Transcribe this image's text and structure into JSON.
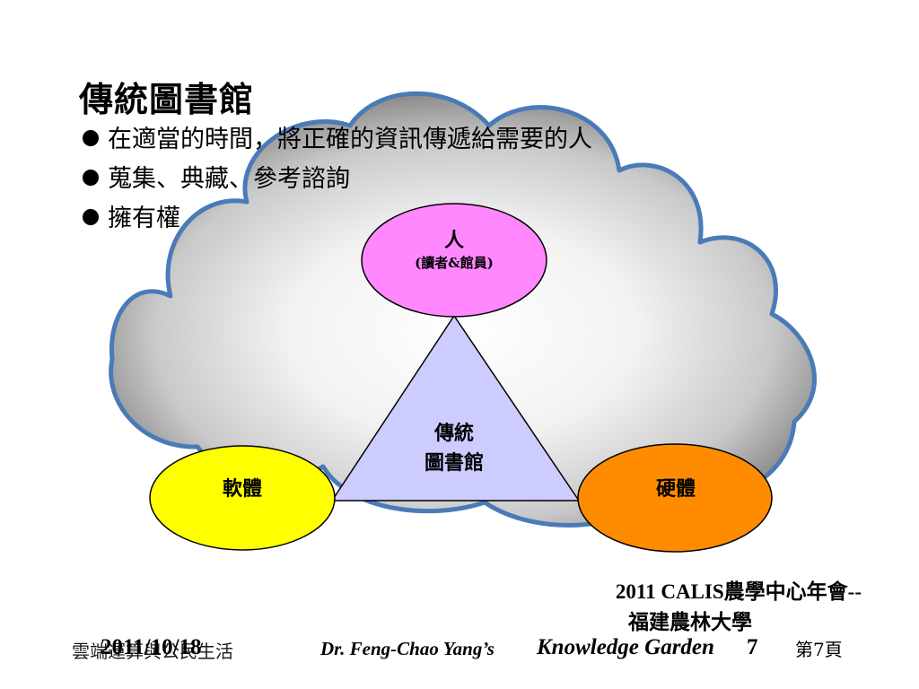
{
  "slide": {
    "title": "傳統圖書館",
    "bullets": [
      "在適當的時間，將正確的資訊傳遞給需要的人",
      "蒐集、典藏、參考諮詢",
      "擁有權"
    ]
  },
  "diagram": {
    "top_node": {
      "label": "人",
      "sublabel": "(讀者&館員)",
      "color": "#ff88ff"
    },
    "center_node": {
      "line1": "傳統",
      "line2": "圖書館",
      "color": "#ccccff"
    },
    "left_node": {
      "label": "軟體",
      "color": "#ffff00"
    },
    "right_node": {
      "label": "硬體",
      "color": "#ff8c00"
    }
  },
  "footer": {
    "conference_line1": "2011 CALIS農學中心年會--",
    "conference_line2": "福建農林大學",
    "date": "2011/10/18",
    "topic": "雲端運算與公民生活",
    "author": "Dr. Feng-Chao Yang’s",
    "garden": "Knowledge Garden",
    "slide_number": "7",
    "page_label": "第7頁"
  },
  "colors": {
    "cloud_border": "#4a7bb7",
    "cloud_fill_center": "#ffffff",
    "cloud_fill_edge": "#a9a9a9"
  }
}
